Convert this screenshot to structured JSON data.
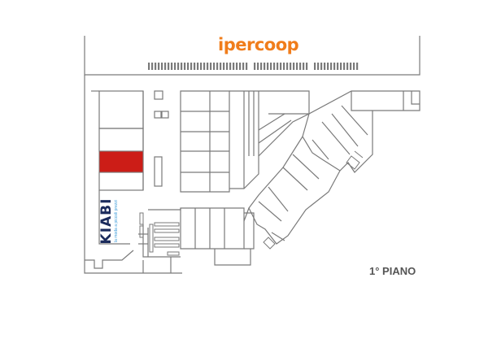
{
  "map": {
    "anchor_store": "ipercoop",
    "floor_label": "1° PIANO",
    "highlighted_store": {
      "name": "unit-highlight",
      "color": "#cc1d17"
    },
    "brand_store": {
      "name": "KIABI",
      "tagline": "la moda a piccoli prezzi"
    },
    "colors": {
      "walls": "#7a7a7a",
      "anchor": "#f07d1b",
      "brand": "#1b2b5c",
      "brand_accent": "#3a9ad9",
      "label": "#555555"
    }
  }
}
